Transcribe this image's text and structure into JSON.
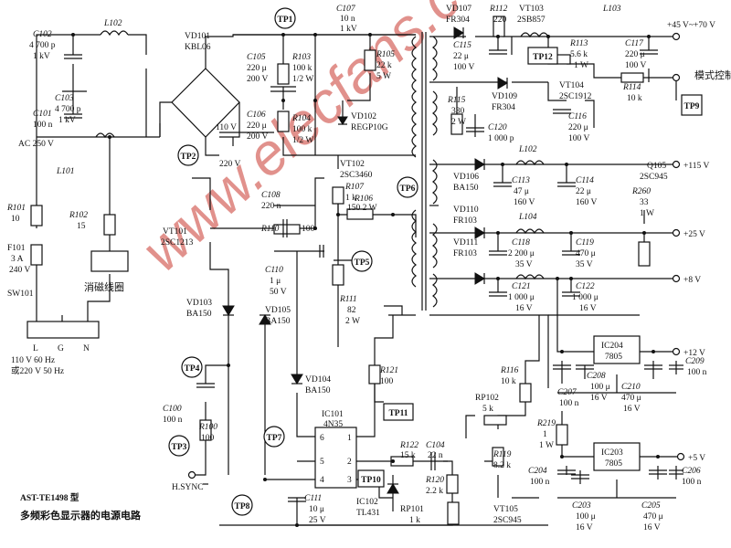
{
  "title": {
    "model": "AST-TE1498 型",
    "desc": "多频彩色显示器的电源电路"
  },
  "watermark": "www.elecfans.com",
  "mains": {
    "terminals": [
      "L",
      "G",
      "N"
    ],
    "spec_line1": "110 V 60 Hz",
    "spec_line2": "或220 V  50 Hz",
    "ac_label": "AC 250 V",
    "switch": "SW101",
    "degauss": "消磁线圈",
    "v110": "110 V",
    "v220": "220 V"
  },
  "components": {
    "C102": [
      "C102",
      "4 700 p",
      "1 kV"
    ],
    "L102": [
      "L102"
    ],
    "C103": [
      "C103",
      "4 700 p",
      "1 kV"
    ],
    "C101": [
      "C101",
      "100 n"
    ],
    "L101": [
      "L101"
    ],
    "R101": [
      "R101",
      "10"
    ],
    "F101": [
      "F101",
      "3 A",
      "240 V"
    ],
    "R102": [
      "R102",
      "15"
    ],
    "VD101": [
      "VD101",
      "KBL06"
    ],
    "C105": [
      "C105",
      "220 μ",
      "200 V"
    ],
    "C106": [
      "C106",
      "220 μ",
      "200 V"
    ],
    "R103": [
      "R103",
      "100 k",
      "1/2 W"
    ],
    "R104": [
      "R104",
      "100 k",
      "1/2 W"
    ],
    "R105": [
      "R105",
      "22 k",
      "5 W"
    ],
    "VD102": [
      "VD102",
      "REGP10G"
    ],
    "C107": [
      "C107",
      "10 n",
      "1 kV"
    ],
    "VT102": [
      "VT102",
      "2SC3460"
    ],
    "R107": [
      "R107",
      "1 k"
    ],
    "C108": [
      "C108",
      "220 n"
    ],
    "R106": [
      "R106",
      "150 2 W"
    ],
    "R110": [
      "R110",
      "100"
    ],
    "VT101": [
      "VT101",
      "2SC1213"
    ],
    "C110": [
      "C110",
      "1 μ",
      "50 V"
    ],
    "VD103": [
      "VD103",
      "BA150"
    ],
    "VD105": [
      "VD105",
      "BA150"
    ],
    "R111": [
      "R111",
      "82",
      "2 W"
    ],
    "VD104": [
      "VD104",
      "BA150"
    ],
    "C100": [
      "C100",
      "100 n"
    ],
    "R100": [
      "R100",
      "100"
    ],
    "IC101": [
      "IC101",
      "4N35"
    ],
    "C111": [
      "C111",
      "10 μ",
      "25 V"
    ],
    "R121": [
      "R121",
      "100"
    ],
    "R122": [
      "R122",
      "15 k"
    ],
    "C104": [
      "C104",
      "22 n"
    ],
    "R120": [
      "R120",
      "2.2 k"
    ],
    "IC102": [
      "IC102",
      "TL431"
    ],
    "RP101": [
      "RP101",
      "1 k"
    ],
    "RP102": [
      "RP102",
      "5 k"
    ],
    "R116": [
      "R116",
      "10 k"
    ],
    "R119": [
      "R119",
      "8.2 k"
    ],
    "VT105": [
      "VT105",
      "2SC945"
    ],
    "VD107": [
      "VD107",
      "FR304"
    ],
    "C115": [
      "C115",
      "22 μ",
      "100 V"
    ],
    "R112": [
      "R112",
      "220"
    ],
    "VT103": [
      "VT103",
      "2SB857"
    ],
    "L103": [
      "L103"
    ],
    "R113": [
      "R113",
      "5.6 k",
      "1 W"
    ],
    "C117": [
      "C117",
      "220 μ",
      "100 V"
    ],
    "R115": [
      "R115",
      "330",
      "2 W"
    ],
    "VD109": [
      "VD109",
      "FR304"
    ],
    "VT104": [
      "VT104",
      "2SC1912"
    ],
    "R114": [
      "R114",
      "10 k"
    ],
    "C116": [
      "C116",
      "220 μ",
      "100 V"
    ],
    "C120": [
      "C120",
      "1 000 p"
    ],
    "VD106": [
      "VD106",
      "BA150"
    ],
    "L102b": [
      "L102"
    ],
    "C113": [
      "C113",
      "47 μ",
      "160 V"
    ],
    "C114": [
      "C114",
      "22 μ",
      "160 V"
    ],
    "VD110": [
      "VD110",
      "FR103"
    ],
    "L104": [
      "L104"
    ],
    "C118": [
      "C118",
      "2 200 μ",
      "35 V"
    ],
    "C119": [
      "C119",
      "470 μ",
      "35 V"
    ],
    "R260": [
      "R260",
      "33",
      "1 W"
    ],
    "Q105": [
      "Q105",
      "2SC945"
    ],
    "VD111": [
      "VD111",
      "FR103"
    ],
    "C121": [
      "C121",
      "1 000 μ",
      "16 V"
    ],
    "C122": [
      "C122",
      "1 000 μ",
      "16 V"
    ],
    "IC204": [
      "IC204",
      "7805"
    ],
    "C207": [
      "C207",
      "100 n"
    ],
    "C208": [
      "C208",
      "100 μ",
      "16 V"
    ],
    "C210": [
      "C210",
      "470 μ",
      "16 V"
    ],
    "C209": [
      "C209",
      "100 n"
    ],
    "R219": [
      "R219",
      "1",
      "1 W"
    ],
    "IC203": [
      "IC203",
      "7805"
    ],
    "C204": [
      "C204",
      "100 n"
    ],
    "C203": [
      "C203",
      "100 μ",
      "16 V"
    ],
    "C205": [
      "C205",
      "470 μ",
      "16 V"
    ],
    "C206": [
      "C206",
      "100 n"
    ]
  },
  "test_points": [
    "TP1",
    "TP2",
    "TP3",
    "TP4",
    "TP5",
    "TP6",
    "TP7",
    "TP8",
    "TP9",
    "TP10",
    "TP11",
    "TP12"
  ],
  "outputs": {
    "v45": "+45 V~+70 V",
    "v115": "+115 V",
    "v25": "+25 V",
    "v8": "+8 V",
    "v12": "+12 V",
    "v5": "+5 V",
    "mode_ctrl": "模式控制"
  },
  "hsync": "H.SYNC",
  "pin_numbers": [
    "6",
    "1",
    "5",
    "2",
    "4",
    "3"
  ]
}
